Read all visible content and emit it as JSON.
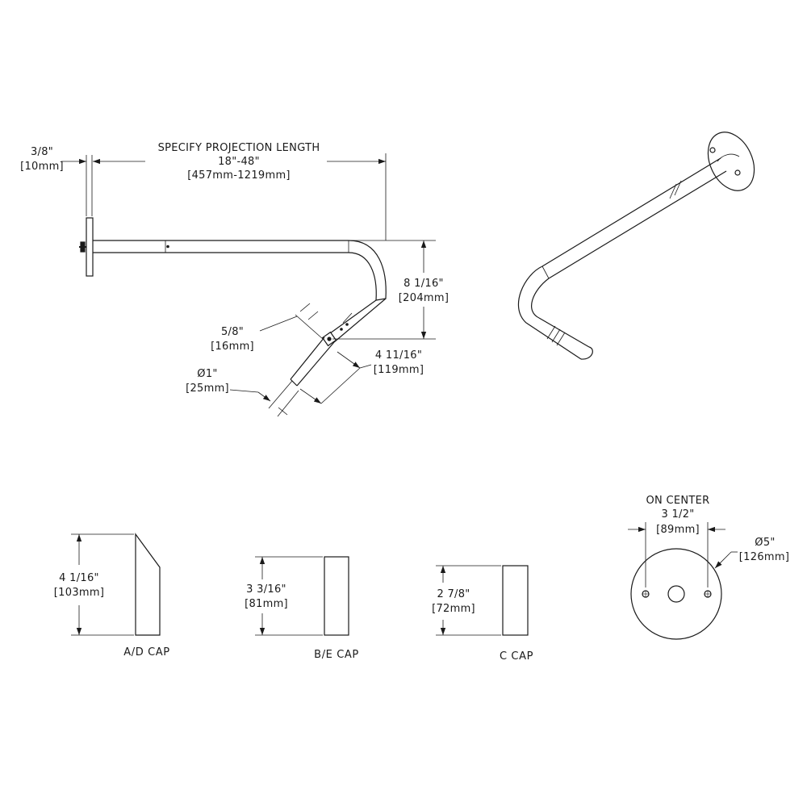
{
  "projection": {
    "label": "SPECIFY PROJECTION LENGTH",
    "range_in": "18\"-48\"",
    "range_mm": "[457mm-1219mm]"
  },
  "plate_thickness": {
    "in": "3/8\"",
    "mm": "[10mm]"
  },
  "drop_height": {
    "in": "8 1/16\"",
    "mm": "[204mm]"
  },
  "tube_offset": {
    "in": "5/8\"",
    "mm": "[16mm]"
  },
  "tube_diameter": {
    "in": "Ø1\"",
    "mm": "[25mm]"
  },
  "end_length": {
    "in": "4 11/16\"",
    "mm": "[119mm]"
  },
  "caps": [
    {
      "name": "A/D CAP",
      "height_in": "4 1/16\"",
      "height_mm": "[103mm]"
    },
    {
      "name": "B/E CAP",
      "height_in": "3 3/16\"",
      "height_mm": "[81mm]"
    },
    {
      "name": "C CAP",
      "height_in": "2 7/8\"",
      "height_mm": "[72mm]"
    }
  ],
  "backplate": {
    "on_center_label": "ON CENTER",
    "on_center_in": "3 1/2\"",
    "on_center_mm": "[89mm]",
    "diameter_in": "Ø5\"",
    "diameter_mm": "[126mm]"
  }
}
